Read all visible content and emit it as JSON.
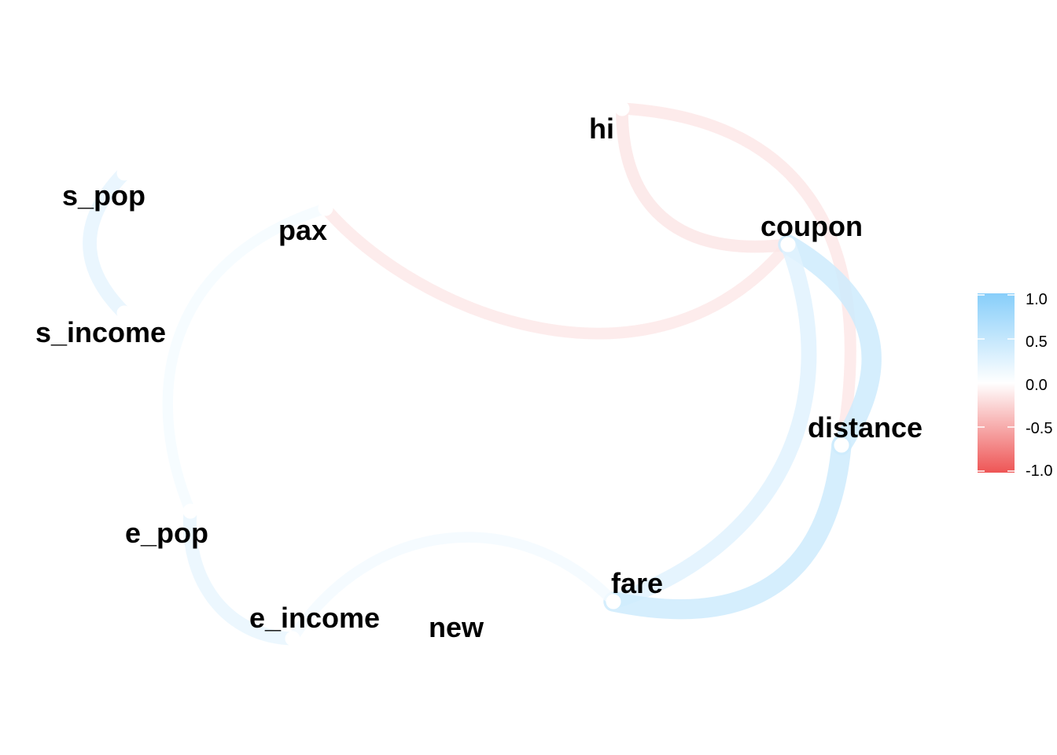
{
  "nodes": [
    {
      "id": "hi",
      "label": "hi"
    },
    {
      "id": "coupon",
      "label": "coupon"
    },
    {
      "id": "pax",
      "label": "pax"
    },
    {
      "id": "s_pop",
      "label": "s_pop"
    },
    {
      "id": "s_income",
      "label": "s_income"
    },
    {
      "id": "distance",
      "label": "distance"
    },
    {
      "id": "e_pop",
      "label": "e_pop"
    },
    {
      "id": "fare",
      "label": "fare"
    },
    {
      "id": "e_income",
      "label": "e_income"
    },
    {
      "id": "new",
      "label": "new"
    }
  ],
  "edges": [
    {
      "from": "s_pop",
      "to": "s_income",
      "correlation": 0.28
    },
    {
      "from": "pax",
      "to": "coupon",
      "correlation": -0.17
    },
    {
      "from": "hi",
      "to": "coupon",
      "correlation": -0.2
    },
    {
      "from": "hi",
      "to": "distance",
      "correlation": -0.18
    },
    {
      "from": "coupon",
      "to": "distance",
      "correlation": 0.55
    },
    {
      "from": "coupon",
      "to": "fare",
      "correlation": 0.35
    },
    {
      "from": "distance",
      "to": "fare",
      "correlation": 0.55
    },
    {
      "from": "pax",
      "to": "e_pop",
      "correlation": 0.12
    },
    {
      "from": "e_pop",
      "to": "e_income",
      "correlation": 0.25
    },
    {
      "from": "e_income",
      "to": "fare",
      "correlation": 0.13
    }
  ],
  "legend": {
    "ticks": [
      "1.0",
      "0.5",
      "0.0",
      "-0.5",
      "-1.0"
    ],
    "tick_values": [
      1.0,
      0.5,
      0.0,
      -0.5,
      -1.0
    ],
    "colors": {
      "high": "#87cefa",
      "mid": "#ffffff",
      "low": "#ee5555"
    }
  }
}
